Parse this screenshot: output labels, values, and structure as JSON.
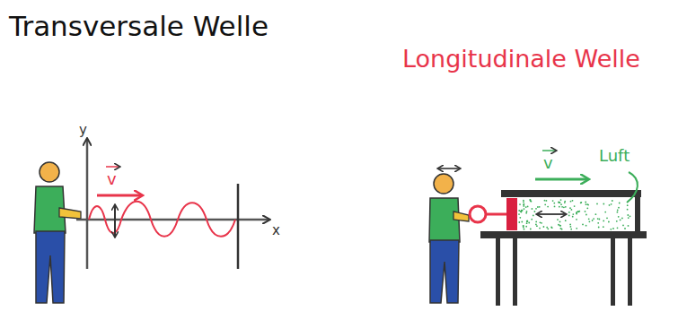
{
  "diagram": {
    "labels": [
      "Transversale Welle",
      "Longitudinale Welle",
      "y",
      "x",
      "v",
      "v",
      "Luft"
    ]
  }
}
